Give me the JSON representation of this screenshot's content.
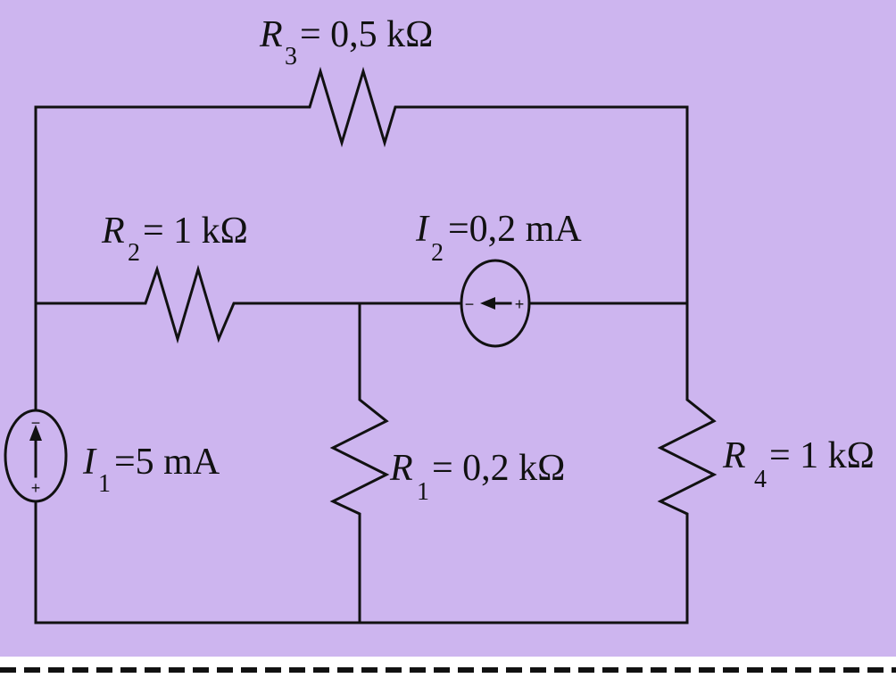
{
  "circuit": {
    "R3": {
      "symbol": "R",
      "sub": "3",
      "value": "= 0,5 kΩ"
    },
    "R2": {
      "symbol": "R",
      "sub": "2",
      "value": "= 1 kΩ"
    },
    "R1": {
      "symbol": "R",
      "sub": "1",
      "value": "= 0,2 kΩ"
    },
    "R4": {
      "symbol": "R",
      "sub": "4",
      "value": "= 1 kΩ"
    },
    "I1": {
      "symbol": "I",
      "sub": "1",
      "value": "=5 mA",
      "minus": "−",
      "plus": "+"
    },
    "I2": {
      "symbol": "I",
      "sub": "2",
      "value": "=0,2 mA",
      "minus": "−",
      "plus": "+"
    }
  },
  "colors": {
    "background": "#cdb5ef",
    "ink": "#111111"
  }
}
